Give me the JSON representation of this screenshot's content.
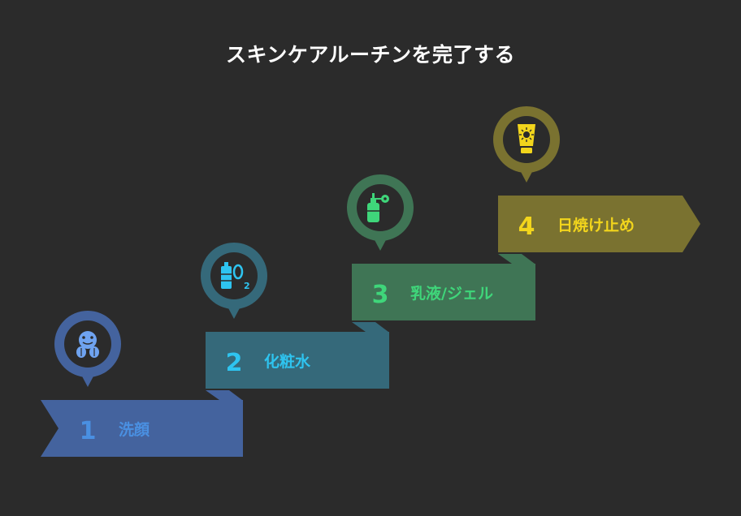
{
  "title": "スキンケアルーチンを完了する",
  "steps": [
    {
      "number": "1",
      "label": "洗顔",
      "icon": "face-wash-icon",
      "color": "#44639e",
      "accent": "#4a90e2"
    },
    {
      "number": "2",
      "label": "化粧水",
      "icon": "toner-bottle-icon",
      "color": "#35697a",
      "accent": "#2ec4f0"
    },
    {
      "number": "3",
      "label": "乳液/ジェル",
      "icon": "lotion-pump-icon",
      "color": "#3f7555",
      "accent": "#3fd67a"
    },
    {
      "number": "4",
      "label": "日焼け止め",
      "icon": "sunscreen-tube-icon",
      "color": "#7a7230",
      "accent": "#f2d51c"
    }
  ]
}
